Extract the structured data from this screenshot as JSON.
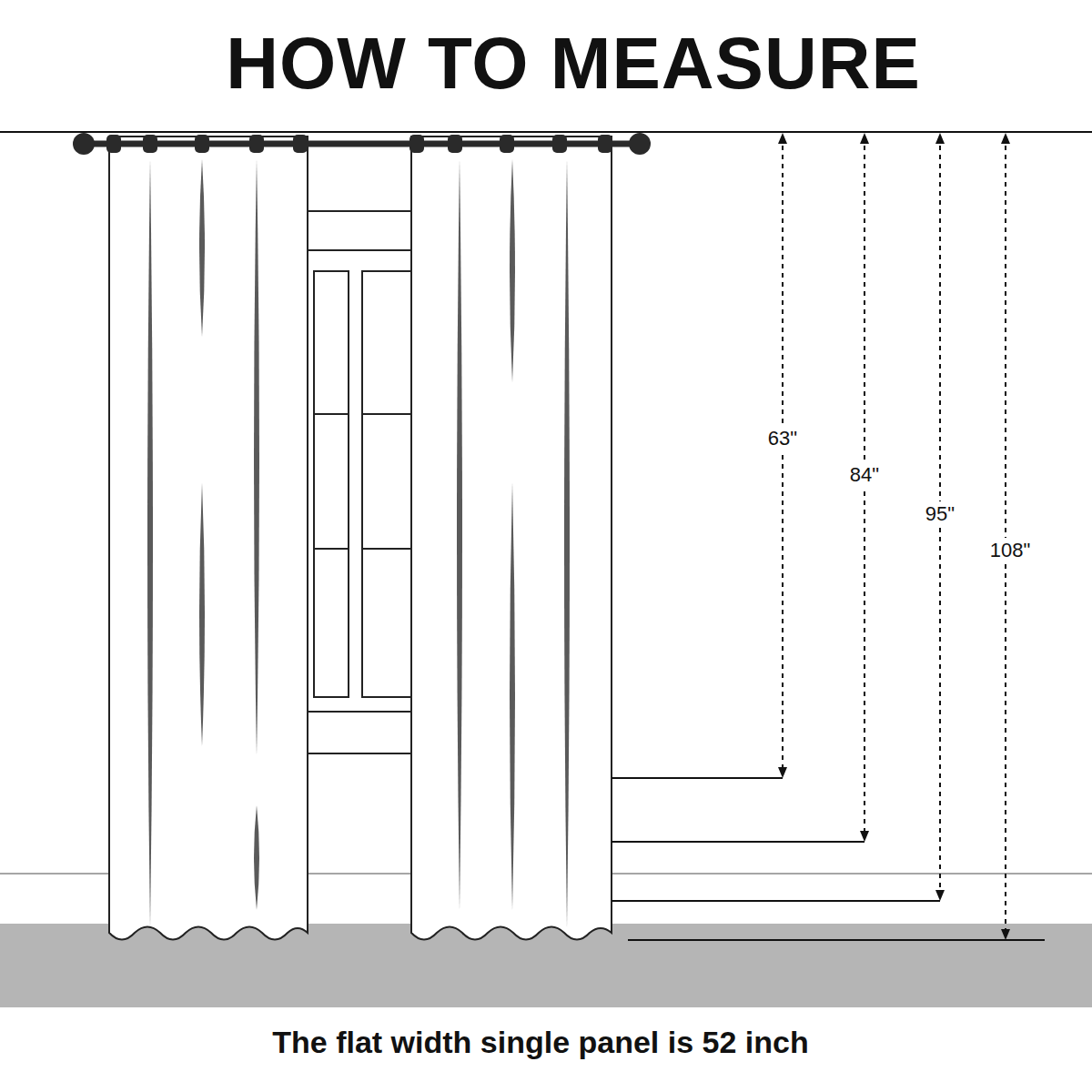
{
  "diagram": {
    "title": "HOW TO MEASURE",
    "caption": "The flat width single panel is 52 inch",
    "labels": [
      "63\"",
      "84\"",
      "95\"",
      "108\""
    ]
  }
}
